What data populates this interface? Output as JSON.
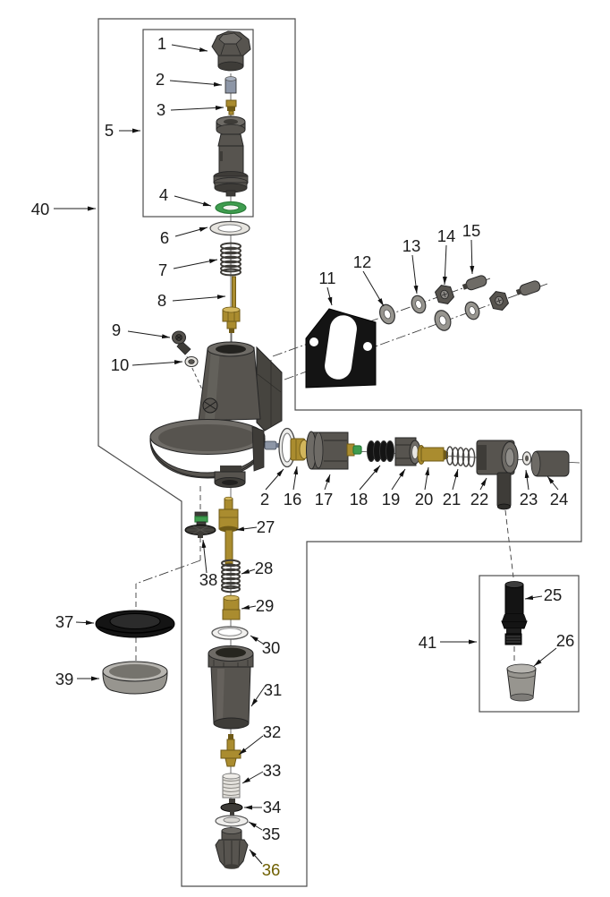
{
  "figure": {
    "type": "exploded-parts-diagram",
    "background": "#ffffff",
    "highlighted_callout": "36"
  },
  "colors": {
    "bg": "#ffffff",
    "line": "#262626",
    "box": "#4d4d4d",
    "label": "#1c1c1c",
    "label_highlight": "#6e5f00",
    "dark1": "#3e3c38",
    "dark2": "#57544f",
    "dark3": "#6e6b66",
    "dark4": "#8b8884",
    "black": "#141414",
    "gray": "#97958f",
    "gray_light": "#b7b5b0",
    "silver": "#e6e4df",
    "brass": "#aa8c2f",
    "brass_dark": "#6f5a17",
    "brass_light": "#d2b65c",
    "green": "#3f9d4f",
    "green_dark": "#2a7c39",
    "bluegray": "#8d96a6"
  },
  "callouts": {
    "c1": "1",
    "c2": "2",
    "c2b": "2",
    "c3": "3",
    "c4": "4",
    "c5": "5",
    "c6": "6",
    "c7": "7",
    "c8": "8",
    "c9": "9",
    "c10": "10",
    "c11": "11",
    "c12": "12",
    "c13": "13",
    "c14": "14",
    "c15": "15",
    "c16": "16",
    "c17": "17",
    "c18": "18",
    "c19": "19",
    "c20": "20",
    "c21": "21",
    "c22": "22",
    "c23": "23",
    "c24": "24",
    "c25": "25",
    "c26": "26",
    "c27": "27",
    "c28": "28",
    "c29": "29",
    "c30": "30",
    "c31": "31",
    "c32": "32",
    "c33": "33",
    "c34": "34",
    "c35": "35",
    "c36": "36",
    "c37": "37",
    "c38": "38",
    "c39": "39",
    "c40": "40",
    "c41": "41"
  }
}
